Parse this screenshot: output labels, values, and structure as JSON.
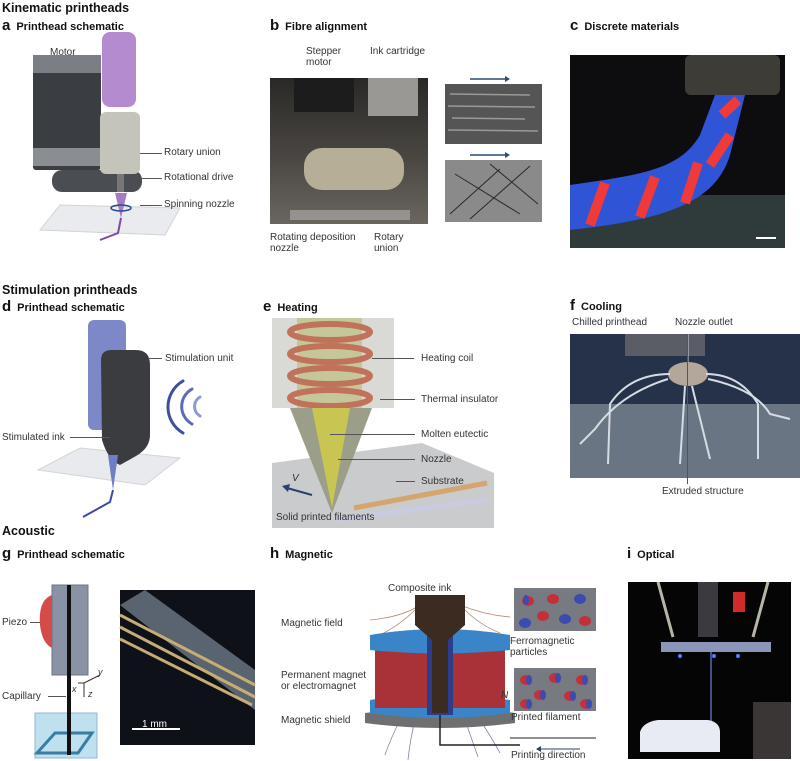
{
  "sections": [
    {
      "title": "Kinematic printheads"
    },
    {
      "title": "Stimulation printheads"
    },
    {
      "title": "Acoustic"
    }
  ],
  "panels": {
    "a": {
      "letter": "a",
      "title": "Printhead schematic",
      "labels": {
        "motor": "Motor",
        "rotary_union": "Rotary union",
        "rotational_drive": "Rotational drive",
        "spinning_nozzle": "Spinning nozzle"
      }
    },
    "b": {
      "letter": "b",
      "title": "Fibre alignment",
      "labels": {
        "stepper_motor_1": "Stepper",
        "stepper_motor_2": "motor",
        "ink_cartridge": "Ink cartridge",
        "rotating_nozzle_1": "Rotating deposition",
        "rotating_nozzle_2": "nozzle",
        "rotary_union_1": "Rotary",
        "rotary_union_2": "union"
      }
    },
    "c": {
      "letter": "c",
      "title": "Discrete materials"
    },
    "d": {
      "letter": "d",
      "title": "Printhead schematic",
      "labels": {
        "stimulation_unit": "Stimulation unit",
        "stimulated_ink": "Stimulated ink"
      }
    },
    "e": {
      "letter": "e",
      "title": "Heating",
      "labels": {
        "heating_coil": "Heating coil",
        "thermal_insulator": "Thermal insulator",
        "molten_eutectic": "Molten eutectic",
        "nozzle": "Nozzle",
        "substrate": "Substrate",
        "velocity": "V",
        "solid_filaments": "Solid printed filaments"
      }
    },
    "f": {
      "letter": "f",
      "title": "Cooling",
      "labels": {
        "chilled_printhead": "Chilled printhead",
        "nozzle_outlet": "Nozzle outlet",
        "extruded_structure": "Extruded structure"
      }
    },
    "g": {
      "letter": "g",
      "title": "Printhead schematic",
      "labels": {
        "piezo": "Piezo",
        "capillary": "Capillary",
        "axis_x": "x",
        "axis_y": "y",
        "axis_z": "z",
        "scale_bar": "1 mm"
      }
    },
    "h": {
      "letter": "h",
      "title": "Magnetic",
      "labels": {
        "composite_ink": "Composite ink",
        "magnetic_field": "Magnetic field",
        "permanent_magnet_1": "Permanent magnet",
        "permanent_magnet_2": "or electromagnet",
        "magnetic_shield": "Magnetic shield",
        "ferromagnetic_1": "Ferromagnetic",
        "ferromagnetic_2": "particles",
        "pole_n": "N",
        "printed_filament": "Printed filament",
        "printing_direction": "Printing direction"
      }
    },
    "i": {
      "letter": "i",
      "title": "Optical"
    }
  }
}
